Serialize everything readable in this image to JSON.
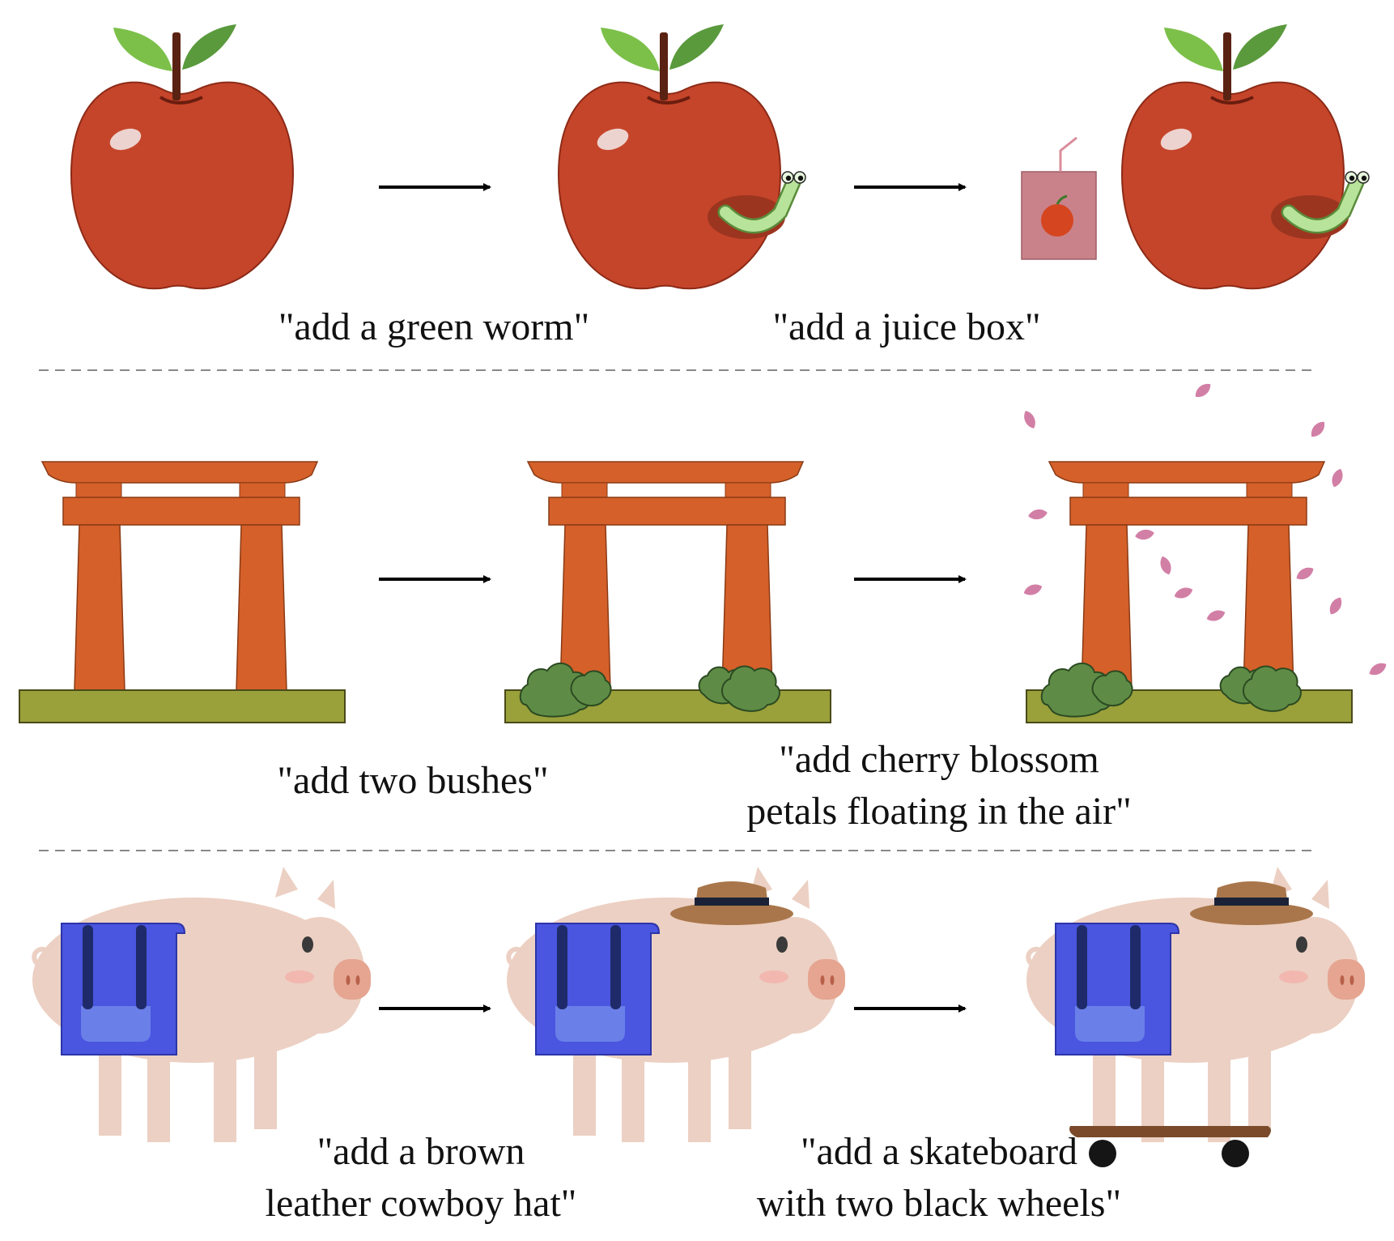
{
  "rows": [
    {
      "name": "apple",
      "captions": [
        "\"add a green worm\"",
        "\"add a juice box\""
      ]
    },
    {
      "name": "torii-gate",
      "captions": [
        "\"add two bushes\"",
        "\"add cherry blossom\npetals floating in the air\""
      ]
    },
    {
      "name": "pig",
      "captions": [
        "\"add a brown\nleather cowboy hat\"",
        "\"add a skateboard\nwith two black wheels\""
      ]
    }
  ],
  "colors": {
    "apple": "#c5452a",
    "leaf": "#6fb043",
    "worm": "#b7e39a",
    "juice_box": "#c9828a",
    "gate": "#d5602a",
    "ground": "#9aa03a",
    "bush": "#5e8c46",
    "petal": "#d27fa6",
    "pig": "#ecd0c3",
    "saddlebag": "#4a55e0",
    "hat": "#a9764b",
    "skateboard": "#7a4a2a",
    "wheel": "#151515"
  }
}
